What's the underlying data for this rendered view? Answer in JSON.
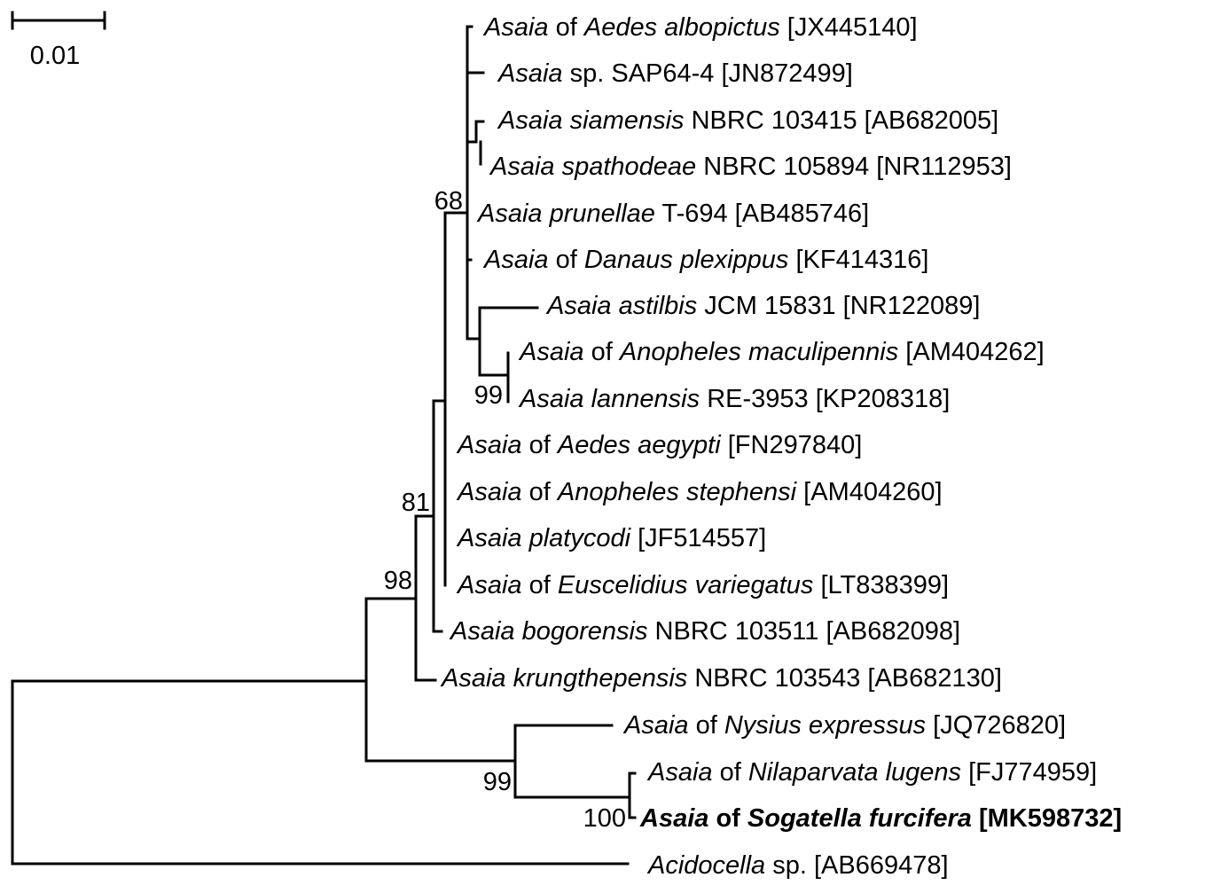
{
  "scale_bar": {
    "label": "0.01"
  },
  "taxa": [
    {
      "id": "aedes-albopictus",
      "parts": [
        [
          "Asaia",
          true
        ],
        [
          " of ",
          false
        ],
        [
          "Aedes albopictus",
          true
        ],
        [
          " [JX445140]",
          false
        ]
      ]
    },
    {
      "id": "asaia-sap64",
      "parts": [
        [
          "Asaia",
          true
        ],
        [
          " sp. SAP64-4 [JN872499]",
          false
        ]
      ]
    },
    {
      "id": "asaia-siamensis",
      "parts": [
        [
          "Asaia siamensis",
          true
        ],
        [
          " NBRC 103415 [AB682005]",
          false
        ]
      ]
    },
    {
      "id": "asaia-spathodeae",
      "parts": [
        [
          "Asaia spathodeae",
          true
        ],
        [
          " NBRC 105894 [NR112953]",
          false
        ]
      ]
    },
    {
      "id": "asaia-prunellae",
      "parts": [
        [
          "Asaia prunellae",
          true
        ],
        [
          " T-694 [AB485746]",
          false
        ]
      ]
    },
    {
      "id": "danaus-plexippus",
      "parts": [
        [
          "Asaia",
          true
        ],
        [
          " of ",
          false
        ],
        [
          "Danaus plexippus",
          true
        ],
        [
          " [KF414316]",
          false
        ]
      ]
    },
    {
      "id": "asaia-astilbis",
      "parts": [
        [
          "Asaia astilbis",
          true
        ],
        [
          " JCM 15831 [NR122089]",
          false
        ]
      ]
    },
    {
      "id": "anopheles-maculipennis",
      "parts": [
        [
          "Asaia",
          true
        ],
        [
          " of ",
          false
        ],
        [
          "Anopheles maculipennis",
          true
        ],
        [
          " [AM404262]",
          false
        ]
      ]
    },
    {
      "id": "asaia-lannensis",
      "parts": [
        [
          "Asaia lannensis",
          true
        ],
        [
          " RE-3953 [KP208318]",
          false
        ]
      ]
    },
    {
      "id": "aedes-aegypti",
      "parts": [
        [
          "Asaia",
          true
        ],
        [
          " of ",
          false
        ],
        [
          "Aedes aegypti",
          true
        ],
        [
          " [FN297840]",
          false
        ]
      ]
    },
    {
      "id": "anopheles-stephensi",
      "parts": [
        [
          "Asaia",
          true
        ],
        [
          " of ",
          false
        ],
        [
          "Anopheles stephensi",
          true
        ],
        [
          " [AM404260]",
          false
        ]
      ]
    },
    {
      "id": "asaia-platycodi",
      "parts": [
        [
          "Asaia platycodi",
          true
        ],
        [
          " [JF514557]",
          false
        ]
      ]
    },
    {
      "id": "euscelidius-variegatus",
      "parts": [
        [
          "Asaia",
          true
        ],
        [
          " of ",
          false
        ],
        [
          "Euscelidius variegatus",
          true
        ],
        [
          " [LT838399]",
          false
        ]
      ]
    },
    {
      "id": "asaia-bogorensis",
      "parts": [
        [
          "Asaia bogorensis",
          true
        ],
        [
          " NBRC 103511 [AB682098]",
          false
        ]
      ]
    },
    {
      "id": "asaia-krungthepensis",
      "parts": [
        [
          "Asaia krungthepensis",
          true
        ],
        [
          " NBRC 103543 [AB682130]",
          false
        ]
      ]
    },
    {
      "id": "nysius-expressus",
      "parts": [
        [
          "Asaia",
          true
        ],
        [
          " of ",
          false
        ],
        [
          "Nysius expressus",
          true
        ],
        [
          " [JQ726820]",
          false
        ]
      ]
    },
    {
      "id": "nilaparvata-lugens",
      "parts": [
        [
          "Asaia",
          true
        ],
        [
          " of ",
          false
        ],
        [
          "Nilaparvata lugens",
          true
        ],
        [
          " [FJ774959]",
          false
        ]
      ]
    },
    {
      "id": "sogatella-furcifera",
      "bold": true,
      "parts": [
        [
          "Asaia",
          true
        ],
        [
          " of ",
          false
        ],
        [
          "Sogatella furcifera",
          true
        ],
        [
          " [MK598732]",
          false
        ]
      ]
    },
    {
      "id": "acidocella",
      "parts": [
        [
          "Acidocella",
          true
        ],
        [
          " sp. [AB669478]",
          false
        ]
      ]
    }
  ],
  "bootstrap": [
    {
      "id": "68",
      "value": "68"
    },
    {
      "id": "99-lannensis",
      "value": "99"
    },
    {
      "id": "81",
      "value": "81"
    },
    {
      "id": "98",
      "value": "98"
    },
    {
      "id": "99-nysius",
      "value": "99"
    },
    {
      "id": "100",
      "value": "100"
    }
  ]
}
